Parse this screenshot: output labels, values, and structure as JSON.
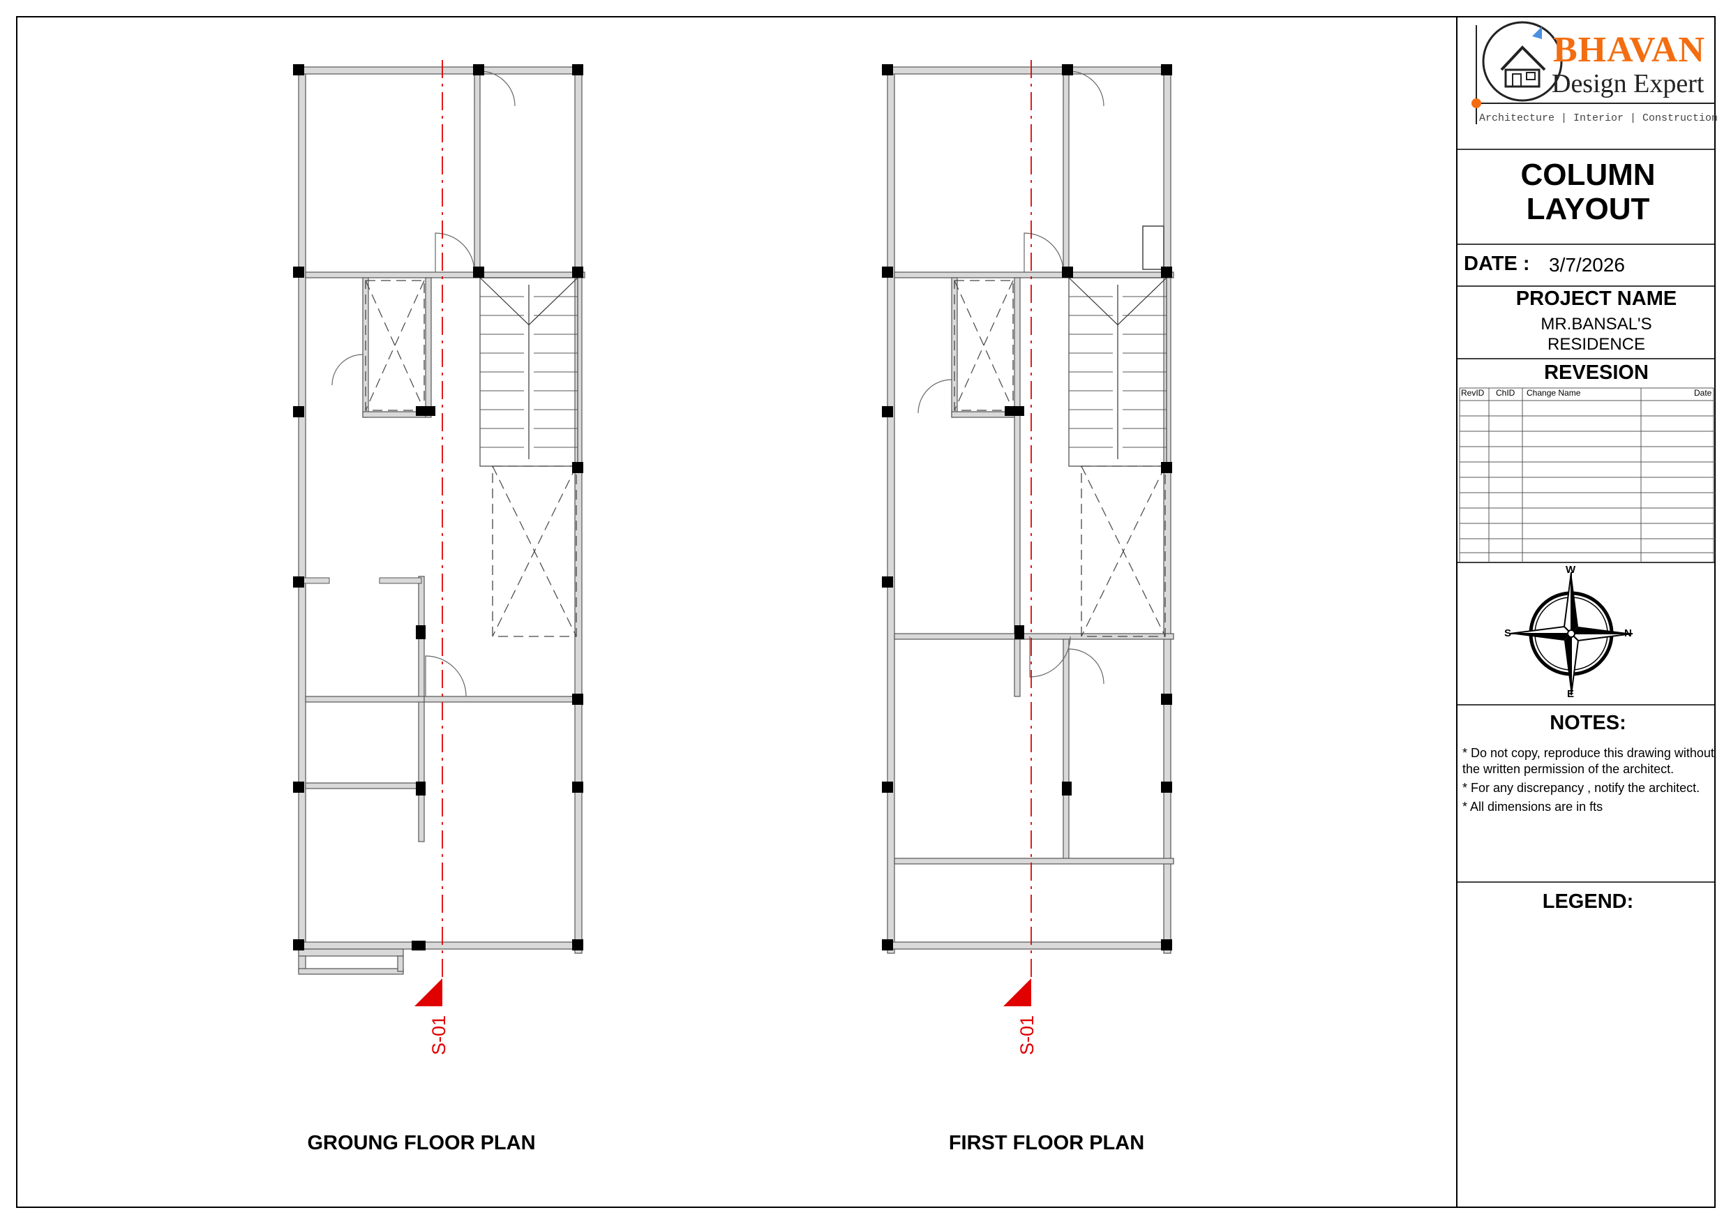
{
  "logo": {
    "brand": "BHAVAN",
    "subtitle": "Design Expert",
    "tagline": "Architecture | Interior | Construction"
  },
  "title_block": {
    "title_line1": "COLUMN",
    "title_line2": "LAYOUT",
    "date_label": "DATE :",
    "date_value": "3/7/2026",
    "project_label": "PROJECT NAME",
    "project_line1": "MR.BANSAL'S",
    "project_line2": "RESIDENCE",
    "revision_label": "REVESION",
    "revision_columns": [
      "RevID",
      "ChID",
      "Change Name",
      "Date"
    ],
    "notes_label": "NOTES:",
    "notes": [
      "* Do not copy, reproduce this drawing without the   written permission of the architect.",
      "* For any discrepancy , notify the architect.",
      "* All dimensions are in fts"
    ],
    "legend_label": "LEGEND:"
  },
  "compass": {
    "top": "W",
    "right": "N",
    "bottom": "E",
    "left": "S"
  },
  "plans": [
    {
      "title": "GROUNG FLOOR PLAN",
      "section": "S-01"
    },
    {
      "title": "FIRST FLOOR PLAN",
      "section": "S-01"
    }
  ],
  "colors": {
    "wall_fill": "#d9d9d9",
    "column": "#000000",
    "section_line": "#e00000",
    "brand": "#f36d10"
  }
}
